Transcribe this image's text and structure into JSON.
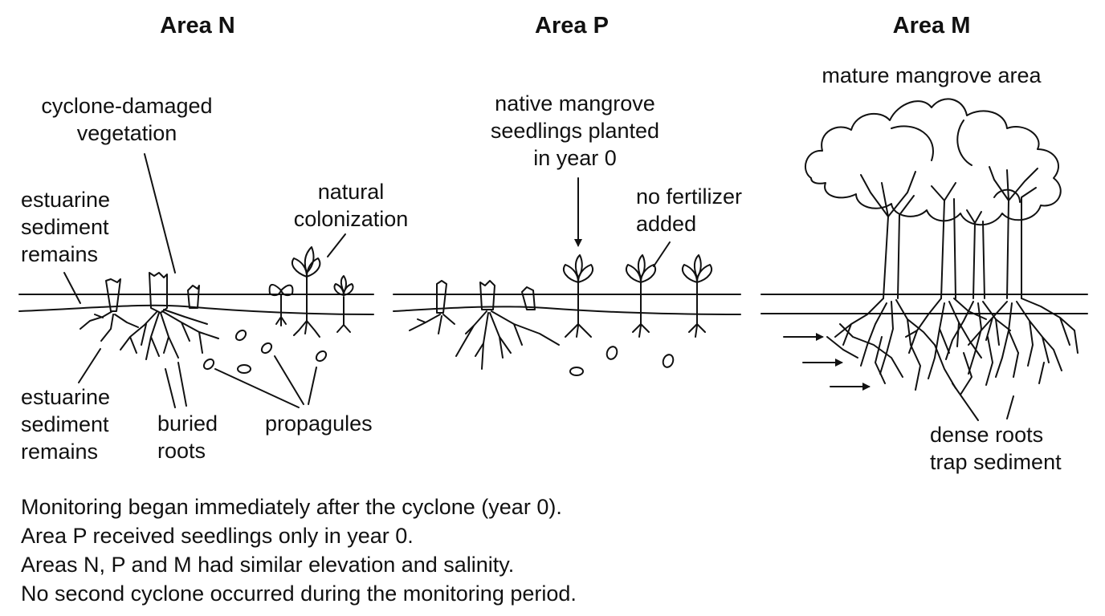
{
  "panels": {
    "n": {
      "title": "Area N",
      "label_vegetation": "cyclone-damaged\nvegetation",
      "label_sediment_top": "estuarine\nsediment\nremains",
      "label_sediment_bottom": "estuarine\nsediment\nremains",
      "label_colonization": "natural\ncolonization",
      "label_roots": "buried\nroots",
      "label_propagules": "propagules"
    },
    "p": {
      "title": "Area P",
      "label_seedlings": "native mangrove\nseedlings planted\nin year 0",
      "label_fertilizer": "no fertilizer\nadded"
    },
    "m": {
      "title": "Area M",
      "label_mature": "mature mangrove area",
      "label_roots": "dense roots\ntrap sediment"
    }
  },
  "notes": [
    "Monitoring began immediately after the cyclone (year 0).",
    "Area P received seedlings only in year 0.",
    "Areas N, P and M had similar elevation and salinity.",
    "No second cyclone occurred during the monitoring period."
  ],
  "colors": {
    "ink": "#111111",
    "background": "#ffffff"
  }
}
